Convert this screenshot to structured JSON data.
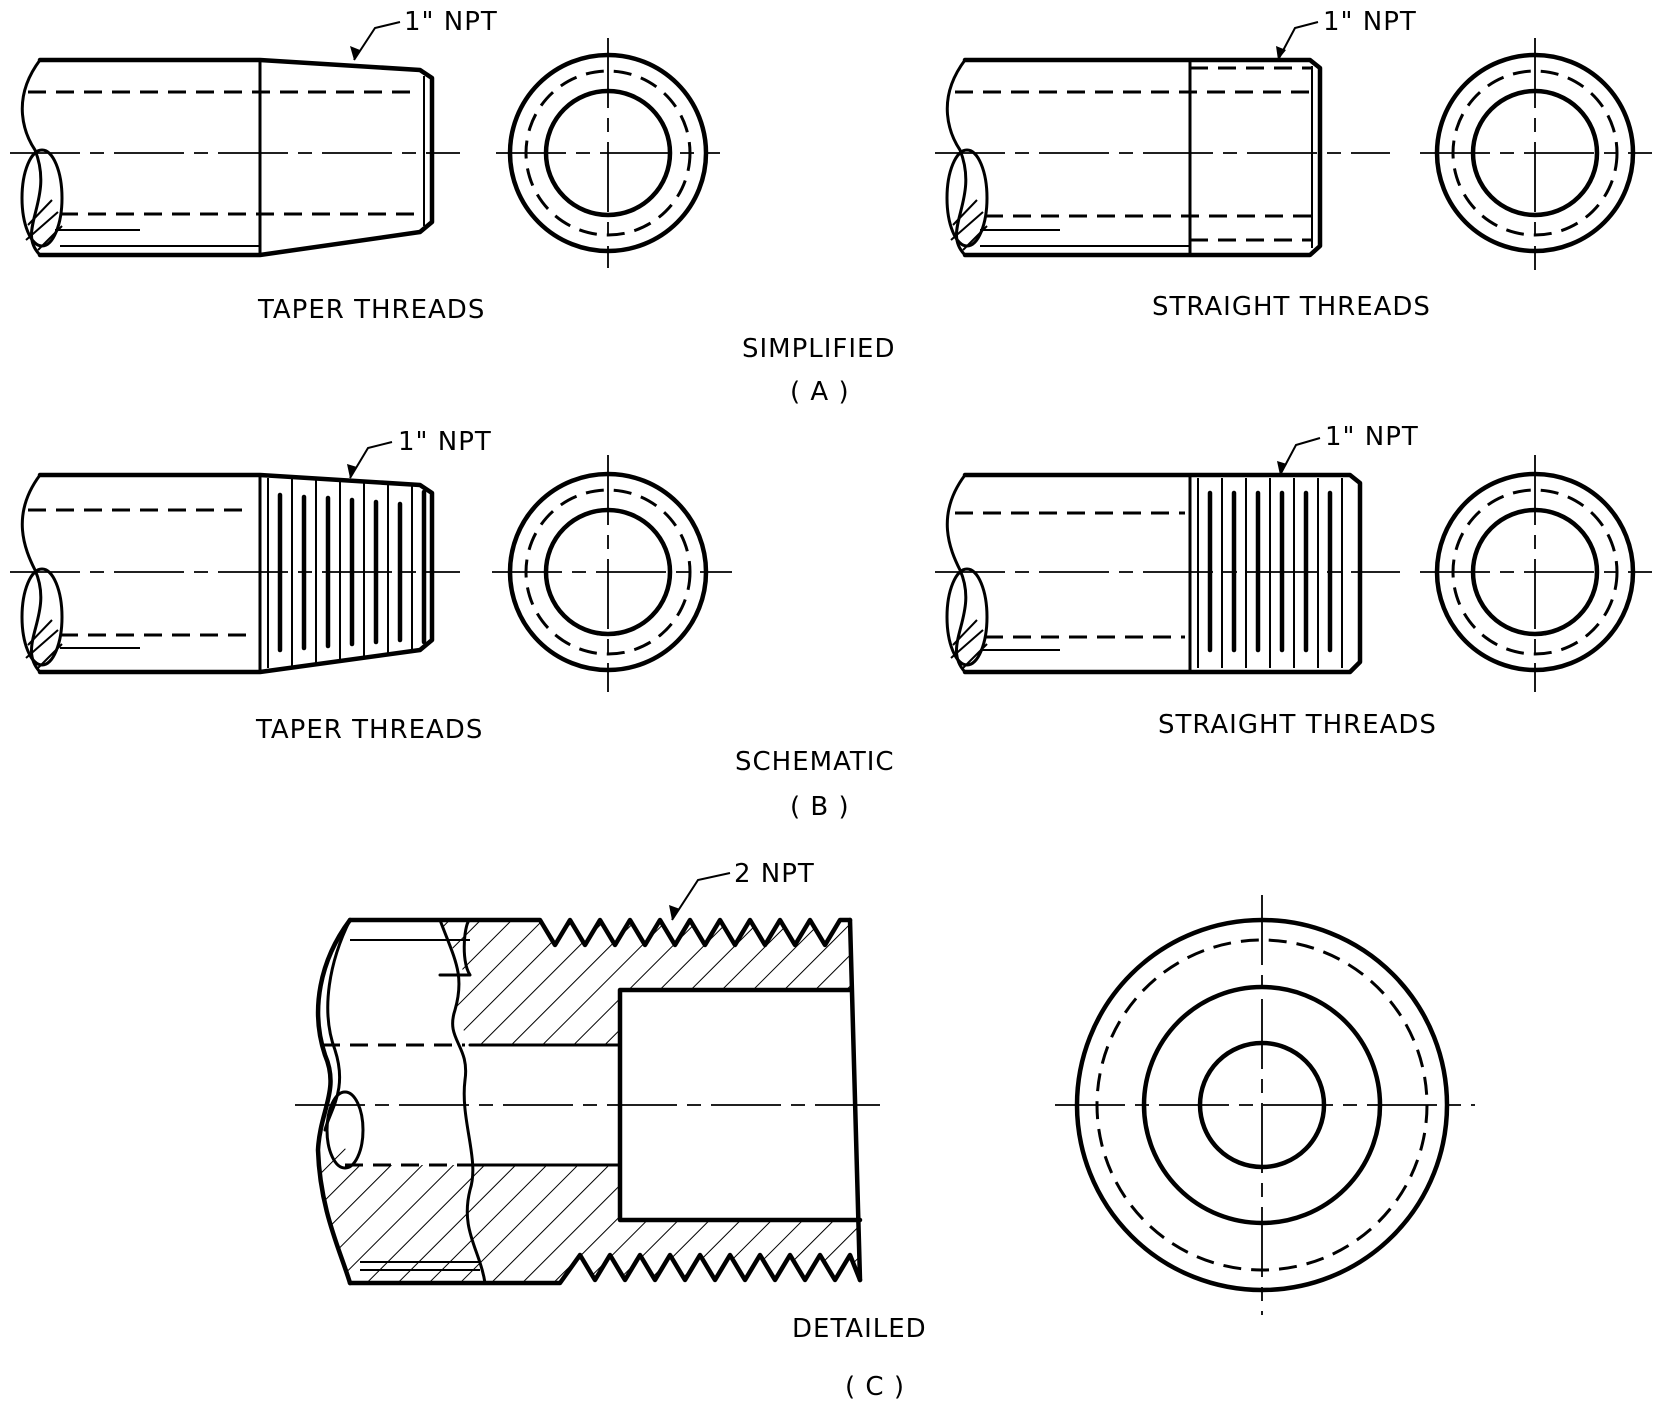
{
  "callouts": {
    "a_taper": "1\" NPT",
    "a_straight": "1\" NPT",
    "b_taper": "1\" NPT",
    "b_straight": "1\" NPT",
    "c_detailed": "2 NPT"
  },
  "labels": {
    "a_taper": "TAPER THREADS",
    "a_straight": "STRAIGHT THREADS",
    "b_taper": "TAPER THREADS",
    "b_straight": "STRAIGHT THREADS"
  },
  "sections": {
    "a_title": "SIMPLIFIED",
    "a_letter": "( A )",
    "b_title": "SCHEMATIC",
    "b_letter": "( B )",
    "c_title": "DETAILED",
    "c_letter": "( C )"
  }
}
